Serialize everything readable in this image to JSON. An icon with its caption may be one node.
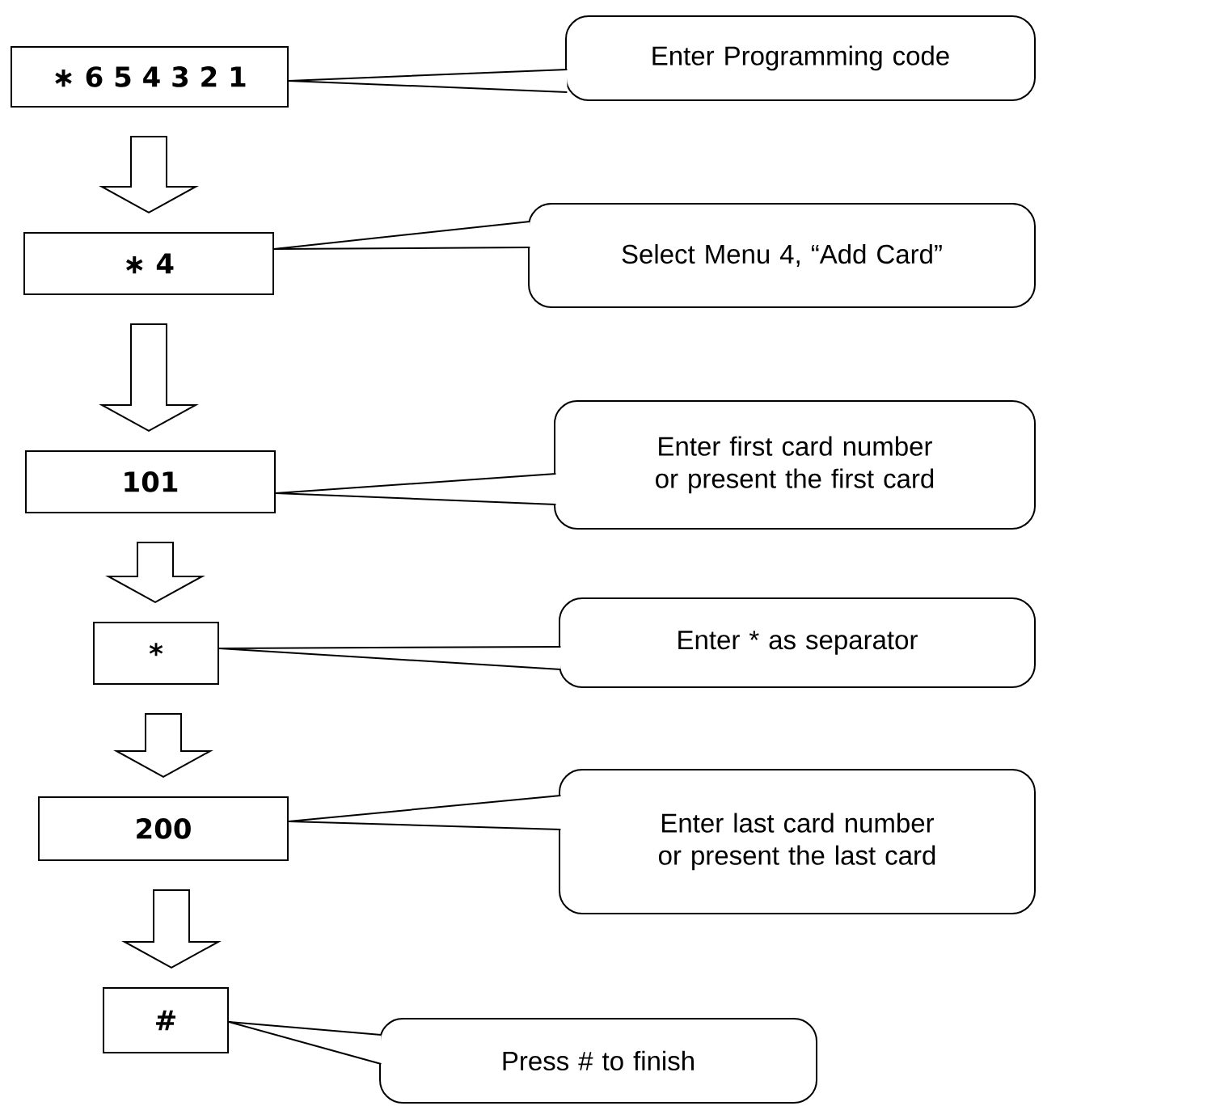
{
  "diagram": {
    "nodes": [
      {
        "text": [
          "∗ 6 5 4 3 2 1"
        ]
      },
      {
        "text": [
          "∗ 4"
        ]
      },
      {
        "text": [
          "101"
        ]
      },
      {
        "text": [
          "*"
        ]
      },
      {
        "text": [
          "200"
        ]
      },
      {
        "text": [
          "#"
        ]
      },
      {
        "text": [
          "Enter Programming code"
        ]
      },
      {
        "text": [
          "Select Menu 4, “Add Card”"
        ]
      },
      {
        "text": [
          "Enter first card number or present the first card"
        ]
      },
      {
        "text": [
          "Enter * as separator"
        ]
      },
      {
        "text": [
          "Enter last card number or present the last card"
        ]
      },
      {
        "text": [
          "Press # to finish"
        ]
      }
    ],
    "edges": [
      {
        "from": 0,
        "to": 1,
        "arrow": "to"
      },
      {
        "from": 1,
        "to": 2,
        "arrow": "to"
      },
      {
        "from": 2,
        "to": 3,
        "arrow": "to"
      },
      {
        "from": 3,
        "to": 4,
        "arrow": "to"
      },
      {
        "from": 4,
        "to": 5,
        "arrow": "to"
      },
      {
        "from": 6,
        "to": 0,
        "arrow": "none"
      },
      {
        "from": 7,
        "to": 1,
        "arrow": "none"
      },
      {
        "from": 8,
        "to": 2,
        "arrow": "none"
      },
      {
        "from": 9,
        "to": 3,
        "arrow": "none"
      },
      {
        "from": 10,
        "to": 4,
        "arrow": "none"
      },
      {
        "from": 11,
        "to": 5,
        "arrow": "none"
      }
    ]
  }
}
